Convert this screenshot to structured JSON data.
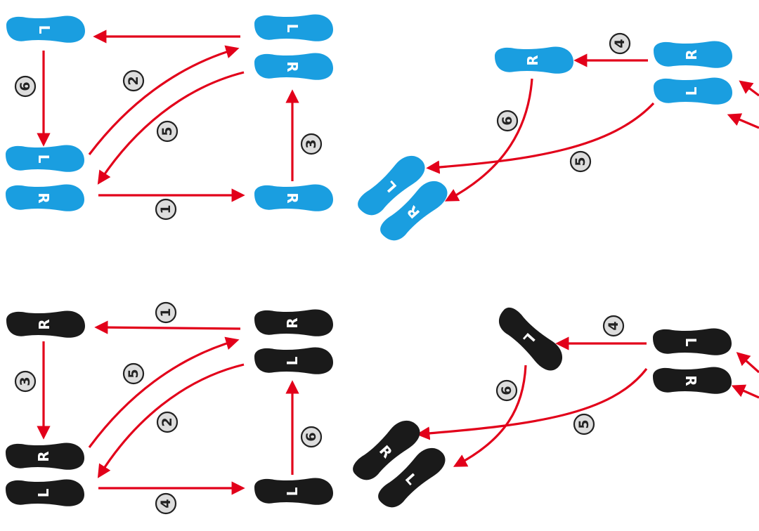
{
  "colors": {
    "leader_foot": "#1a9ee0",
    "follower_foot": "#1a1a1a",
    "arrow": "#e2001a",
    "number_fill": "#dddddd",
    "number_stroke": "#222222",
    "letter": "#ffffff"
  },
  "diagrams": [
    {
      "id": "blue-box",
      "feet": [
        {
          "id": "b1-top-left-L",
          "side": "L",
          "color": "leader_foot"
        },
        {
          "id": "b1-top-right-L",
          "side": "L",
          "color": "leader_foot"
        },
        {
          "id": "b1-top-right-R",
          "side": "R",
          "color": "leader_foot"
        },
        {
          "id": "b1-bottom-left-L",
          "side": "L",
          "color": "leader_foot"
        },
        {
          "id": "b1-bottom-left-R",
          "side": "R",
          "color": "leader_foot"
        },
        {
          "id": "b1-bottom-right-R",
          "side": "R",
          "color": "leader_foot"
        }
      ],
      "steps": [
        "1",
        "2",
        "3",
        "5",
        "6"
      ]
    },
    {
      "id": "blue-turn",
      "feet": [
        {
          "id": "b2-mid-R",
          "side": "R",
          "color": "leader_foot"
        },
        {
          "id": "b2-right-R",
          "side": "R",
          "color": "leader_foot"
        },
        {
          "id": "b2-right-L",
          "side": "L",
          "color": "leader_foot"
        },
        {
          "id": "b2-end-L",
          "side": "L",
          "color": "leader_foot"
        },
        {
          "id": "b2-end-R",
          "side": "R",
          "color": "leader_foot"
        }
      ],
      "steps": [
        "4",
        "5",
        "6"
      ]
    },
    {
      "id": "black-box",
      "feet": [
        {
          "id": "k1-top-left-R",
          "side": "R",
          "color": "follower_foot"
        },
        {
          "id": "k1-top-right-R",
          "side": "R",
          "color": "follower_foot"
        },
        {
          "id": "k1-top-right-L",
          "side": "L",
          "color": "follower_foot"
        },
        {
          "id": "k1-bottom-left-R",
          "side": "R",
          "color": "follower_foot"
        },
        {
          "id": "k1-bottom-left-L",
          "side": "L",
          "color": "follower_foot"
        },
        {
          "id": "k1-bottom-right-L",
          "side": "L",
          "color": "follower_foot"
        }
      ],
      "steps": [
        "1",
        "3",
        "5",
        "2",
        "6",
        "4"
      ]
    },
    {
      "id": "black-turn",
      "feet": [
        {
          "id": "k2-mid-L",
          "side": "L",
          "color": "follower_foot"
        },
        {
          "id": "k2-right-L",
          "side": "L",
          "color": "follower_foot"
        },
        {
          "id": "k2-right-R",
          "side": "R",
          "color": "follower_foot"
        },
        {
          "id": "k2-end-R",
          "side": "R",
          "color": "follower_foot"
        },
        {
          "id": "k2-end-L",
          "side": "L",
          "color": "follower_foot"
        }
      ],
      "steps": [
        "4",
        "6",
        "5"
      ]
    }
  ]
}
